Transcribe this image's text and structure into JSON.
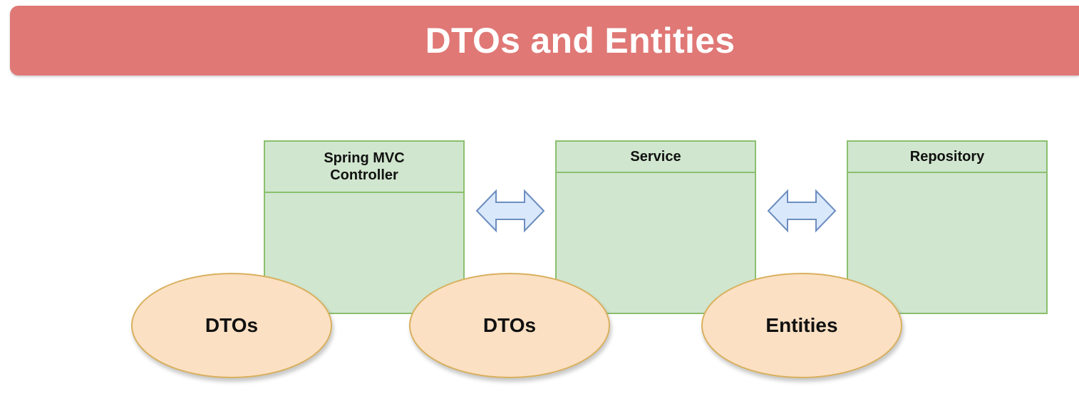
{
  "title": "DTOs and Entities",
  "colors": {
    "banner": "#e07875",
    "layer_fill": "#d0e6ce",
    "layer_border": "#8bbf6e",
    "ellipse_fill": "#fbe0c3",
    "ellipse_border": "#d9b05e",
    "arrow_fill": "#dae8fc",
    "arrow_border": "#6c8ebf"
  },
  "layers": [
    {
      "label": "Spring MVC\nController"
    },
    {
      "label": "Service"
    },
    {
      "label": "Repository"
    }
  ],
  "arrows": [
    {
      "icon": "double-arrow"
    },
    {
      "icon": "double-arrow"
    }
  ],
  "objects": [
    {
      "label": "DTOs"
    },
    {
      "label": "DTOs"
    },
    {
      "label": "Entities"
    }
  ]
}
